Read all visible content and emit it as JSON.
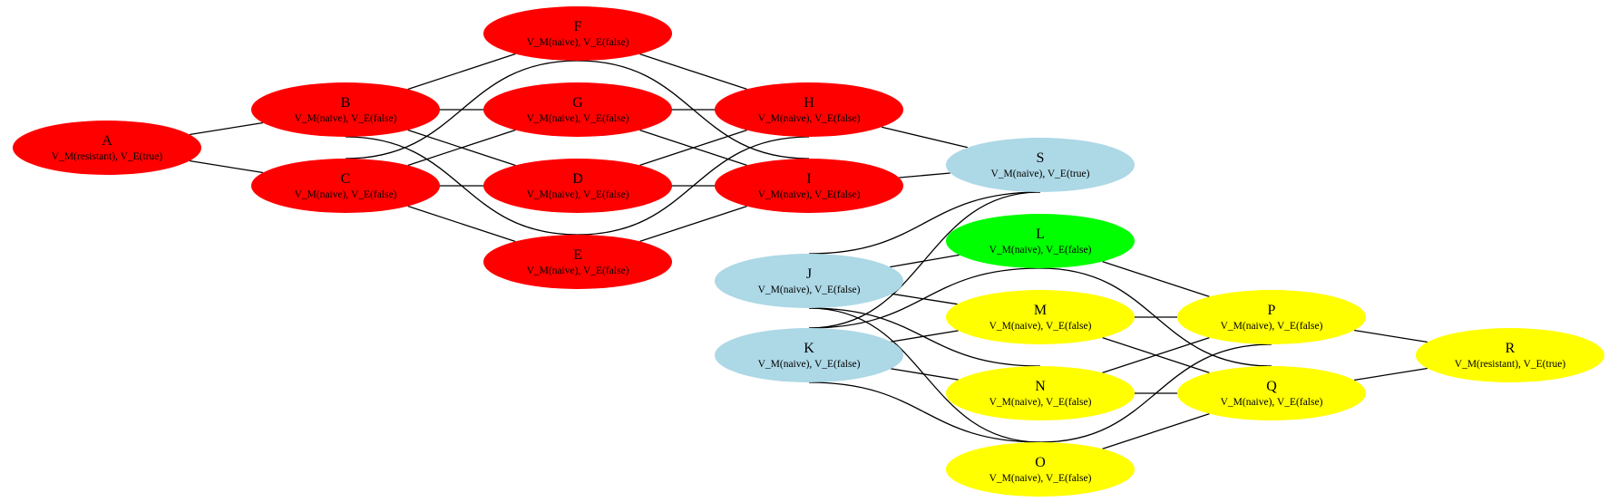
{
  "colors": {
    "red": "#ff0000",
    "blue": "#add8e6",
    "green": "#00ff00",
    "yellow": "#ffff00"
  },
  "nodes": [
    {
      "id": "A",
      "name": "A",
      "label": "V_M(resistant), V_E(true)",
      "color": "red"
    },
    {
      "id": "B",
      "name": "B",
      "label": "V_M(naive), V_E(false)",
      "color": "red"
    },
    {
      "id": "C",
      "name": "C",
      "label": "V_M(naive), V_E(false)",
      "color": "red"
    },
    {
      "id": "F",
      "name": "F",
      "label": "V_M(naive), V_E(false)",
      "color": "red"
    },
    {
      "id": "G",
      "name": "G",
      "label": "V_M(naive), V_E(false)",
      "color": "red"
    },
    {
      "id": "D",
      "name": "D",
      "label": "V_M(naive), V_E(false)",
      "color": "red"
    },
    {
      "id": "E",
      "name": "E",
      "label": "V_M(naive), V_E(false)",
      "color": "red"
    },
    {
      "id": "H",
      "name": "H",
      "label": "V_M(naive), V_E(false)",
      "color": "red"
    },
    {
      "id": "I",
      "name": "I",
      "label": "V_M(naive), V_E(false)",
      "color": "red"
    },
    {
      "id": "S",
      "name": "S",
      "label": "V_M(naive), V_E(true)",
      "color": "blue"
    },
    {
      "id": "J",
      "name": "J",
      "label": "V_M(naive), V_E(false)",
      "color": "blue"
    },
    {
      "id": "K",
      "name": "K",
      "label": "V_M(naive), V_E(false)",
      "color": "blue"
    },
    {
      "id": "L",
      "name": "L",
      "label": "V_M(naive), V_E(false)",
      "color": "green"
    },
    {
      "id": "M",
      "name": "M",
      "label": "V_M(naive), V_E(false)",
      "color": "yellow"
    },
    {
      "id": "N",
      "name": "N",
      "label": "V_M(naive), V_E(false)",
      "color": "yellow"
    },
    {
      "id": "O",
      "name": "O",
      "label": "V_M(naive), V_E(false)",
      "color": "yellow"
    },
    {
      "id": "P",
      "name": "P",
      "label": "V_M(naive), V_E(false)",
      "color": "yellow"
    },
    {
      "id": "Q",
      "name": "Q",
      "label": "V_M(naive), V_E(false)",
      "color": "yellow"
    },
    {
      "id": "R",
      "name": "R",
      "label": "V_M(resistant), V_E(true)",
      "color": "yellow"
    }
  ],
  "edges": [
    [
      "A",
      "B"
    ],
    [
      "A",
      "C"
    ],
    [
      "B",
      "F"
    ],
    [
      "B",
      "G"
    ],
    [
      "B",
      "D"
    ],
    [
      "B",
      "E"
    ],
    [
      "C",
      "F"
    ],
    [
      "C",
      "G"
    ],
    [
      "C",
      "D"
    ],
    [
      "C",
      "E"
    ],
    [
      "F",
      "H"
    ],
    [
      "F",
      "I"
    ],
    [
      "G",
      "H"
    ],
    [
      "G",
      "I"
    ],
    [
      "D",
      "H"
    ],
    [
      "D",
      "I"
    ],
    [
      "E",
      "H"
    ],
    [
      "E",
      "I"
    ],
    [
      "H",
      "S"
    ],
    [
      "I",
      "S"
    ],
    [
      "S",
      "J"
    ],
    [
      "S",
      "K"
    ],
    [
      "J",
      "L"
    ],
    [
      "J",
      "M"
    ],
    [
      "J",
      "N"
    ],
    [
      "J",
      "O"
    ],
    [
      "K",
      "L"
    ],
    [
      "K",
      "M"
    ],
    [
      "K",
      "N"
    ],
    [
      "K",
      "O"
    ],
    [
      "L",
      "P"
    ],
    [
      "L",
      "Q"
    ],
    [
      "M",
      "P"
    ],
    [
      "M",
      "Q"
    ],
    [
      "N",
      "P"
    ],
    [
      "N",
      "Q"
    ],
    [
      "O",
      "P"
    ],
    [
      "O",
      "Q"
    ],
    [
      "P",
      "R"
    ],
    [
      "Q",
      "R"
    ]
  ]
}
